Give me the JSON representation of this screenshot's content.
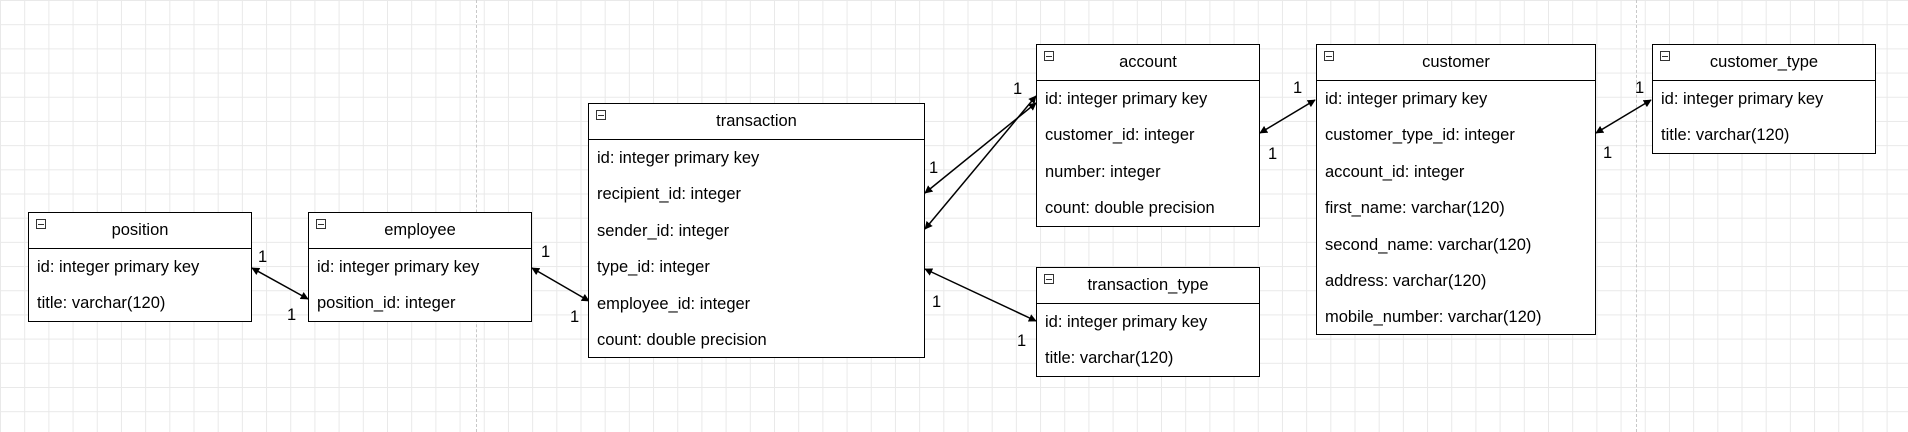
{
  "entities": {
    "position": {
      "title": "position",
      "fields": [
        "id: integer primary key",
        "title: varchar(120)"
      ]
    },
    "employee": {
      "title": "employee",
      "fields": [
        "id: integer primary key",
        "position_id: integer"
      ]
    },
    "transaction": {
      "title": "transaction",
      "fields": [
        "id: integer primary key",
        "recipient_id: integer",
        "sender_id: integer",
        "type_id: integer",
        "employee_id: integer",
        "count: double precision"
      ]
    },
    "account": {
      "title": "account",
      "fields": [
        "id: integer primary key",
        "customer_id: integer",
        "number: integer",
        "count: double precision"
      ]
    },
    "transaction_type": {
      "title": "transaction_type",
      "fields": [
        "id: integer primary key",
        "title: varchar(120)"
      ]
    },
    "customer": {
      "title": "customer",
      "fields": [
        "id: integer primary key",
        "customer_type_id: integer",
        "account_id: integer",
        "first_name: varchar(120)",
        "second_name: varchar(120)",
        "address: varchar(120)",
        "mobile_number: varchar(120)"
      ]
    },
    "customer_type": {
      "title": "customer_type",
      "fields": [
        "id: integer primary key",
        "title: varchar(120)"
      ]
    }
  },
  "relationships": [
    {
      "from": "position",
      "to": "employee",
      "from_cardinality": "1",
      "to_cardinality": "1"
    },
    {
      "from": "employee",
      "to": "transaction",
      "from_cardinality": "1",
      "to_cardinality": "1"
    },
    {
      "from": "transaction",
      "to": "account",
      "from_cardinality": "1",
      "to_cardinality": "1"
    },
    {
      "from": "transaction",
      "to": "transaction_type",
      "from_cardinality": "1",
      "to_cardinality": "1"
    },
    {
      "from": "account",
      "to": "customer",
      "from_cardinality": "1",
      "to_cardinality": "1"
    },
    {
      "from": "customer",
      "to": "customer_type",
      "from_cardinality": "1",
      "to_cardinality": "1"
    }
  ]
}
